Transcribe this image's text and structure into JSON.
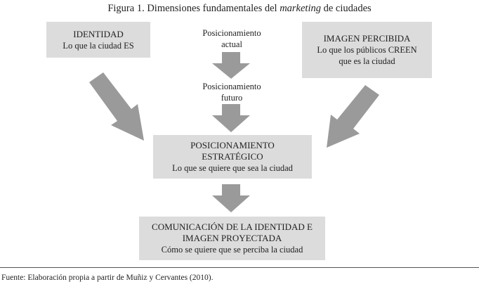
{
  "figure": {
    "title_prefix": "Figura 1. Dimensiones fundamentales del ",
    "title_italic": "marketing",
    "title_suffix": " de ciudades"
  },
  "identity_box": {
    "heading": "IDENTIDAD",
    "subtitle": "Lo que la ciudad ES"
  },
  "perceived_image_box": {
    "heading": "IMAGEN PERCIBIDA",
    "subtitle_line1": "Lo que los públicos CREEN",
    "subtitle_line2": "que es la ciudad"
  },
  "current_positioning": {
    "line1": "Posicionamiento",
    "line2": "actual"
  },
  "future_positioning": {
    "line1": "Posicionamiento",
    "line2": "futuro"
  },
  "strategic_box": {
    "heading_line1": "POSICIONAMIENTO",
    "heading_line2": "ESTRATÉGICO",
    "subtitle": "Lo que se quiere que sea la ciudad"
  },
  "communication_box": {
    "heading_line1": "COMUNICACIÓN DE LA IDENTIDAD E",
    "heading_line2": "IMAGEN PROYECTADA",
    "subtitle": "Cómo se quiere que se perciba la ciudad"
  },
  "source_note": "Fuente: Elaboración propia a partir de Muñiz y Cervantes (2010).",
  "colors": {
    "box_fill": "#dcdcdc",
    "arrow_fill": "#9a9a9a",
    "text": "#222222"
  }
}
